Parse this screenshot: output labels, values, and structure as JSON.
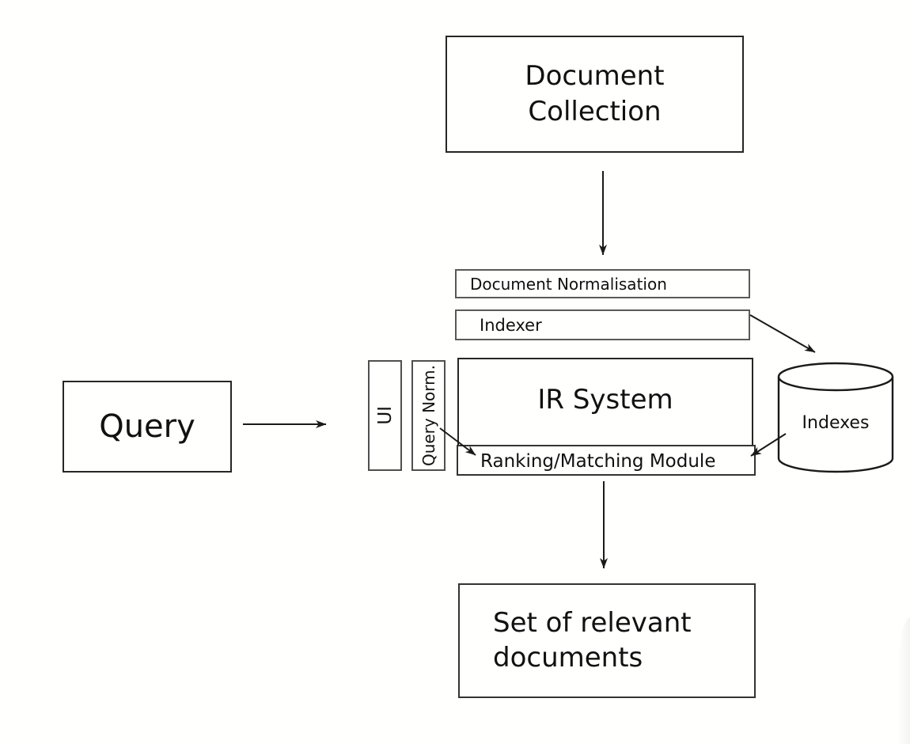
{
  "diagram": {
    "background": "#fffffe",
    "stroke_color": "#1a1a1a",
    "box_border_dark": "#262626",
    "box_border_light": "#595959",
    "nodes": {
      "document_collection": {
        "label": "Document\nCollection"
      },
      "document_normalisation": {
        "label": "Document Normalisation"
      },
      "indexer": {
        "label": "Indexer"
      },
      "ui": {
        "label": "UI"
      },
      "query_norm": {
        "label": "Query Norm."
      },
      "ir_system": {
        "label": "IR System"
      },
      "ranking_module": {
        "label": "Ranking/Matching Module"
      },
      "query": {
        "label": "Query"
      },
      "indexes": {
        "label": "Indexes"
      },
      "result_set": {
        "label": "Set of relevant\ndocuments"
      }
    },
    "edges": [
      {
        "from": "document_collection",
        "to": "document_normalisation"
      },
      {
        "from": "query",
        "to": "ui"
      },
      {
        "from": "indexer",
        "to": "indexes"
      },
      {
        "from": "query_norm",
        "to": "ranking_module"
      },
      {
        "from": "indexes",
        "to": "ranking_module"
      },
      {
        "from": "ranking_module",
        "to": "result_set"
      }
    ]
  }
}
